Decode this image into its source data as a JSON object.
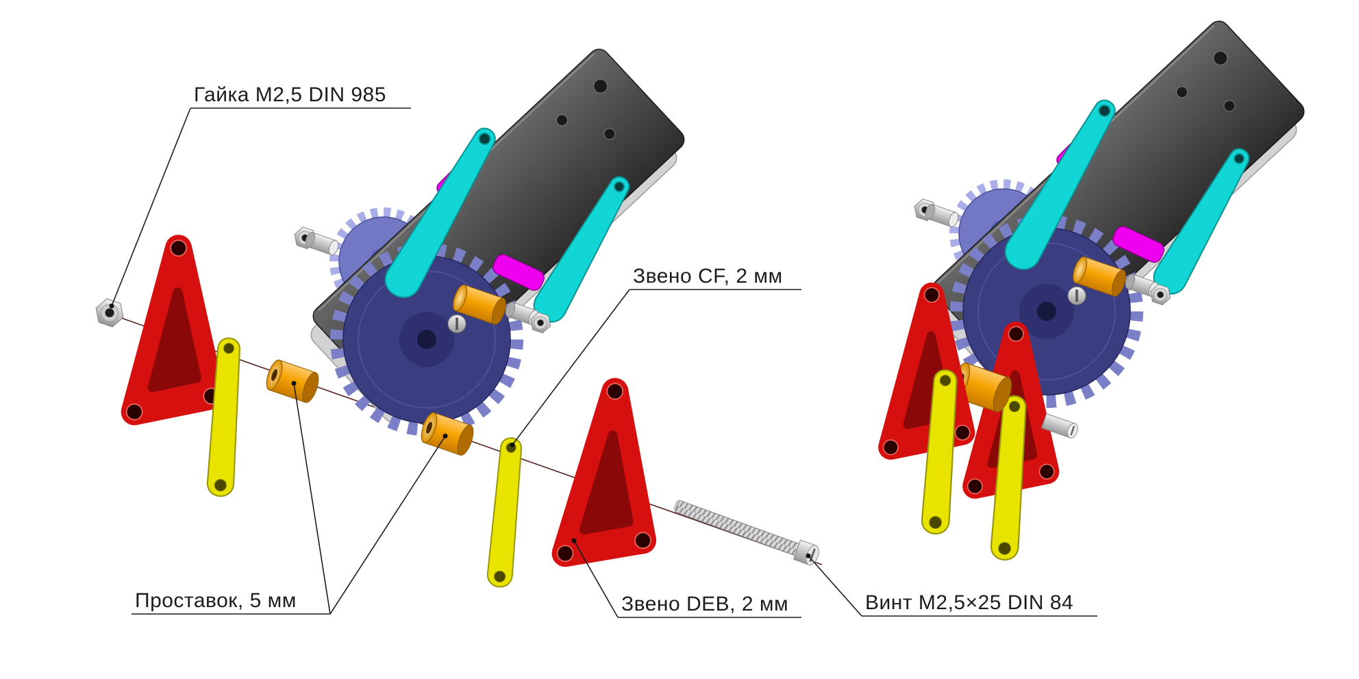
{
  "page": {
    "background": "#ffffff"
  },
  "callouts": {
    "nut": "Гайка М2,5 DIN 985",
    "link_cf": "Звено CF, 2 мм",
    "spacer": "Проставок, 5 мм",
    "link_deb": "Звено DEB, 2 мм",
    "screw": "Винт М2,5×25 DIN 84"
  },
  "colors": {
    "link_red": "#d60f0f",
    "link_yellow": "#e8e400",
    "spacer_orange": "#f5a300",
    "arm_cyan": "#12d6d6",
    "accent_magenta": "#ee00ee",
    "gear_indigo": "#3a3d80",
    "gear_teeth": "#7b7fc8",
    "plate_dark": "#3d3d3d",
    "metal_silver": "#d9d9d9",
    "axis_line": "#5a2525"
  }
}
